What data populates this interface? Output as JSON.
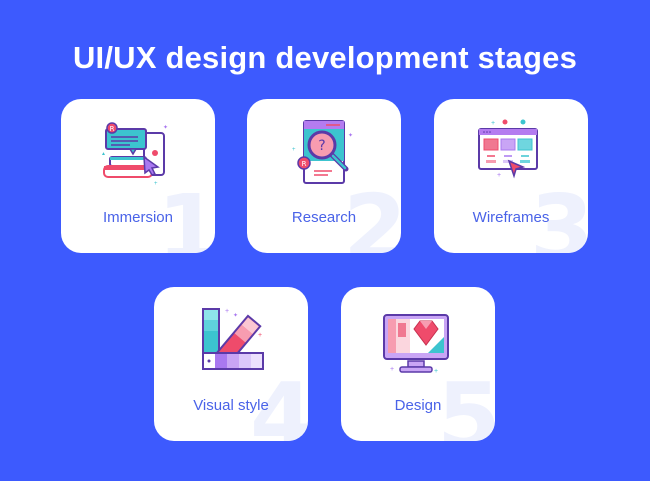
{
  "header": {
    "title": "UI/UX design development stages"
  },
  "colors": {
    "background": "#3d5afe",
    "card": "#ffffff",
    "label": "#4a63e8",
    "number_watermark": "#eef1fd"
  },
  "stages": [
    {
      "number": "1",
      "label": "Immersion",
      "icon": "chat-book-phone-icon"
    },
    {
      "number": "2",
      "label": "Research",
      "icon": "magnifier-document-icon"
    },
    {
      "number": "3",
      "label": "Wireframes",
      "icon": "browser-wireframe-icon"
    },
    {
      "number": "4",
      "label": "Visual style",
      "icon": "color-swatch-fan-icon"
    },
    {
      "number": "5",
      "label": "Design",
      "icon": "monitor-gem-icon"
    }
  ]
}
